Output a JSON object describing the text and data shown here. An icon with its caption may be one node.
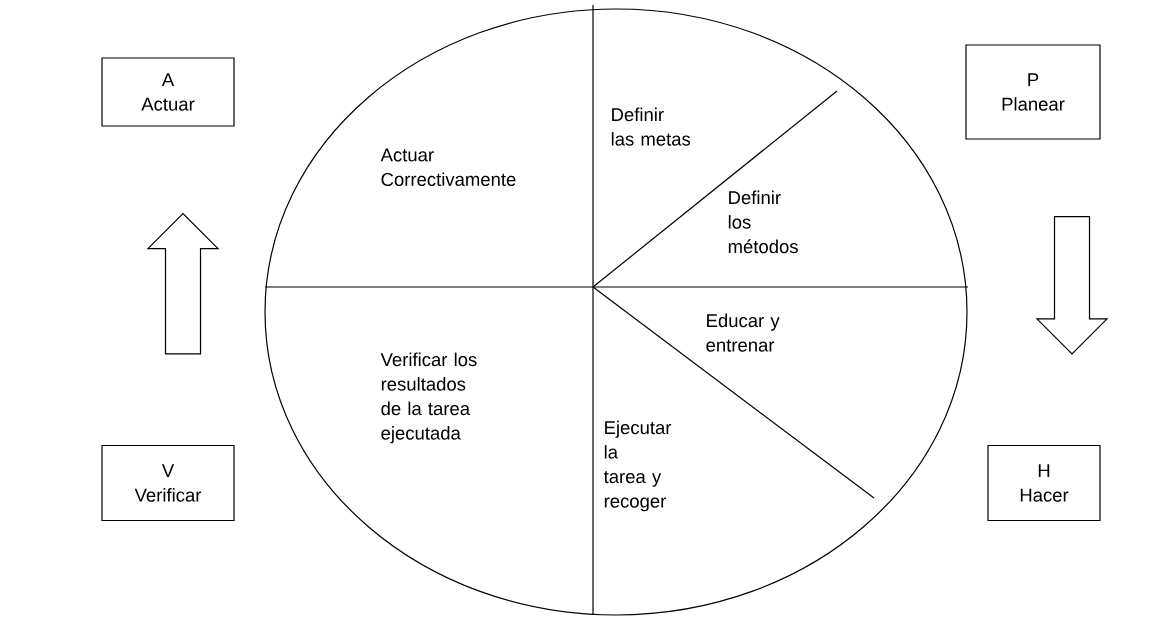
{
  "diagram": {
    "nodes": [
      {
        "text": [
          "A",
          "Actuar"
        ]
      },
      {
        "text": [
          "P",
          "Planear"
        ]
      },
      {
        "text": [
          "V",
          "Verificar"
        ]
      },
      {
        "text": [
          "H",
          "Hacer"
        ]
      },
      {
        "text": [
          "Actuar Correctivamente",
          "Definir las metas",
          "Definir los métodos",
          "Educar y entrenar",
          "Verificar los resultados de la tarea ejecutada",
          "Ejecutar la tarea y recoger"
        ]
      }
    ],
    "edges": [
      {
        "from": 2,
        "to": 0,
        "arrow": "to"
      },
      {
        "from": 1,
        "to": 3,
        "arrow": "to"
      }
    ]
  }
}
